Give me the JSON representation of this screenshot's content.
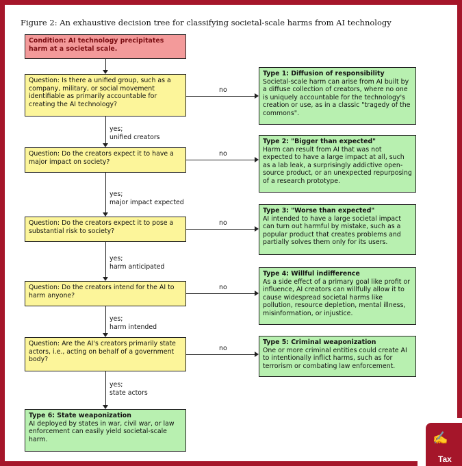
{
  "figure_title": "Figure 2:   An exhaustive decision tree for classifying societal-scale harms from AI technology",
  "condition": "Condition: AI technology precipitates harm at a societal scale.",
  "questions": [
    "Question: Is there a unified group, such as a company, military, or social movement identifiable as primarily accountable for creating the AI technology?",
    "Question: Do the creators expect it to have a major impact on society?",
    "Question: Do the creators expect it to pose a substantial risk to society?",
    "Question: Do the creators intend for the AI to harm anyone?",
    "Question: Are the AI's creators primarily state actors, i.e., acting on behalf of a government body?"
  ],
  "no_label": "no",
  "yes_labels": [
    [
      "yes;",
      "unified creators"
    ],
    [
      "yes;",
      "major impact expected"
    ],
    [
      "yes;",
      "harm anticipated"
    ],
    [
      "yes;",
      "harm intended"
    ],
    [
      "yes;",
      "state actors"
    ]
  ],
  "types": [
    {
      "title": "Type 1: Diffusion of responsibility",
      "body": "Societal-scale harm can arise from AI built by a diffuse collection of creators, where no one is uniquely accountable for the technology's creation or use, as in a classic \"tragedy of the commons\"."
    },
    {
      "title": "Type 2: \"Bigger than expected\"",
      "body": "Harm can result from AI that was not expected to have a large impact at all, such as a lab leak, a surprisingly addictive open-source product, or an unexpected repurposing of a research prototype."
    },
    {
      "title": "Type 3: \"Worse than expected\"",
      "body": "AI intended to have a large societal impact can turn out harmful by mistake, such as a popular product that creates problems and partially solves them only for its users."
    },
    {
      "title": "Type 4: Willful indifference",
      "body": "As a side effect of a primary goal like profit or influence, AI creators can willfully allow it to cause widespread societal harms like pollution, resource depletion, mental illness, misinformation, or injustice."
    },
    {
      "title": "Type 5: Criminal weaponization",
      "body": "One or more criminal entities could create AI to intentionally inflict harms, such as for terrorism or combating law enforcement."
    },
    {
      "title": "Type 6: State weaponization",
      "body": "AI deployed by states in war, civil war, or law enforcement can easily yield societal-scale harm."
    }
  ],
  "badge": {
    "icon": "writing-hand-icon",
    "label": "Tax"
  }
}
